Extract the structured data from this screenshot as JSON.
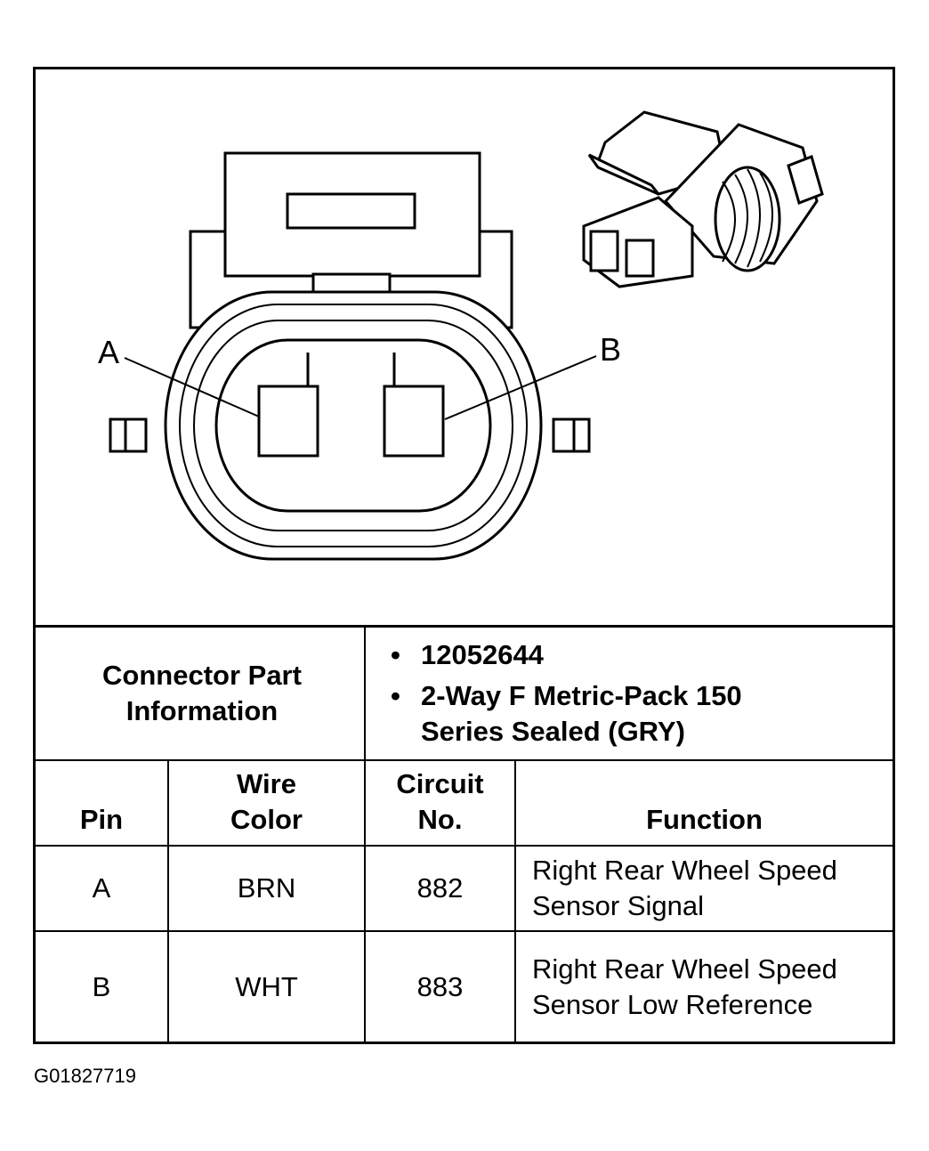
{
  "diagram": {
    "pin_labels": [
      "A",
      "B"
    ]
  },
  "connector_info": {
    "label": "Connector Part Information",
    "items": [
      "12052644",
      "2-Way F Metric-Pack 150 Series Sealed (GRY)"
    ]
  },
  "table": {
    "headers": {
      "pin": "Pin",
      "wire_color_line1": "Wire",
      "wire_color_line2": "Color",
      "circuit_line1": "Circuit",
      "circuit_line2": "No.",
      "function": "Function"
    },
    "rows": [
      {
        "pin": "A",
        "color": "BRN",
        "circuit": "882",
        "function": "Right Rear Wheel Speed Sensor Signal"
      },
      {
        "pin": "B",
        "color": "WHT",
        "circuit": "883",
        "function": "Right Rear Wheel Speed Sensor Low Reference"
      }
    ]
  },
  "caption": "G01827719"
}
